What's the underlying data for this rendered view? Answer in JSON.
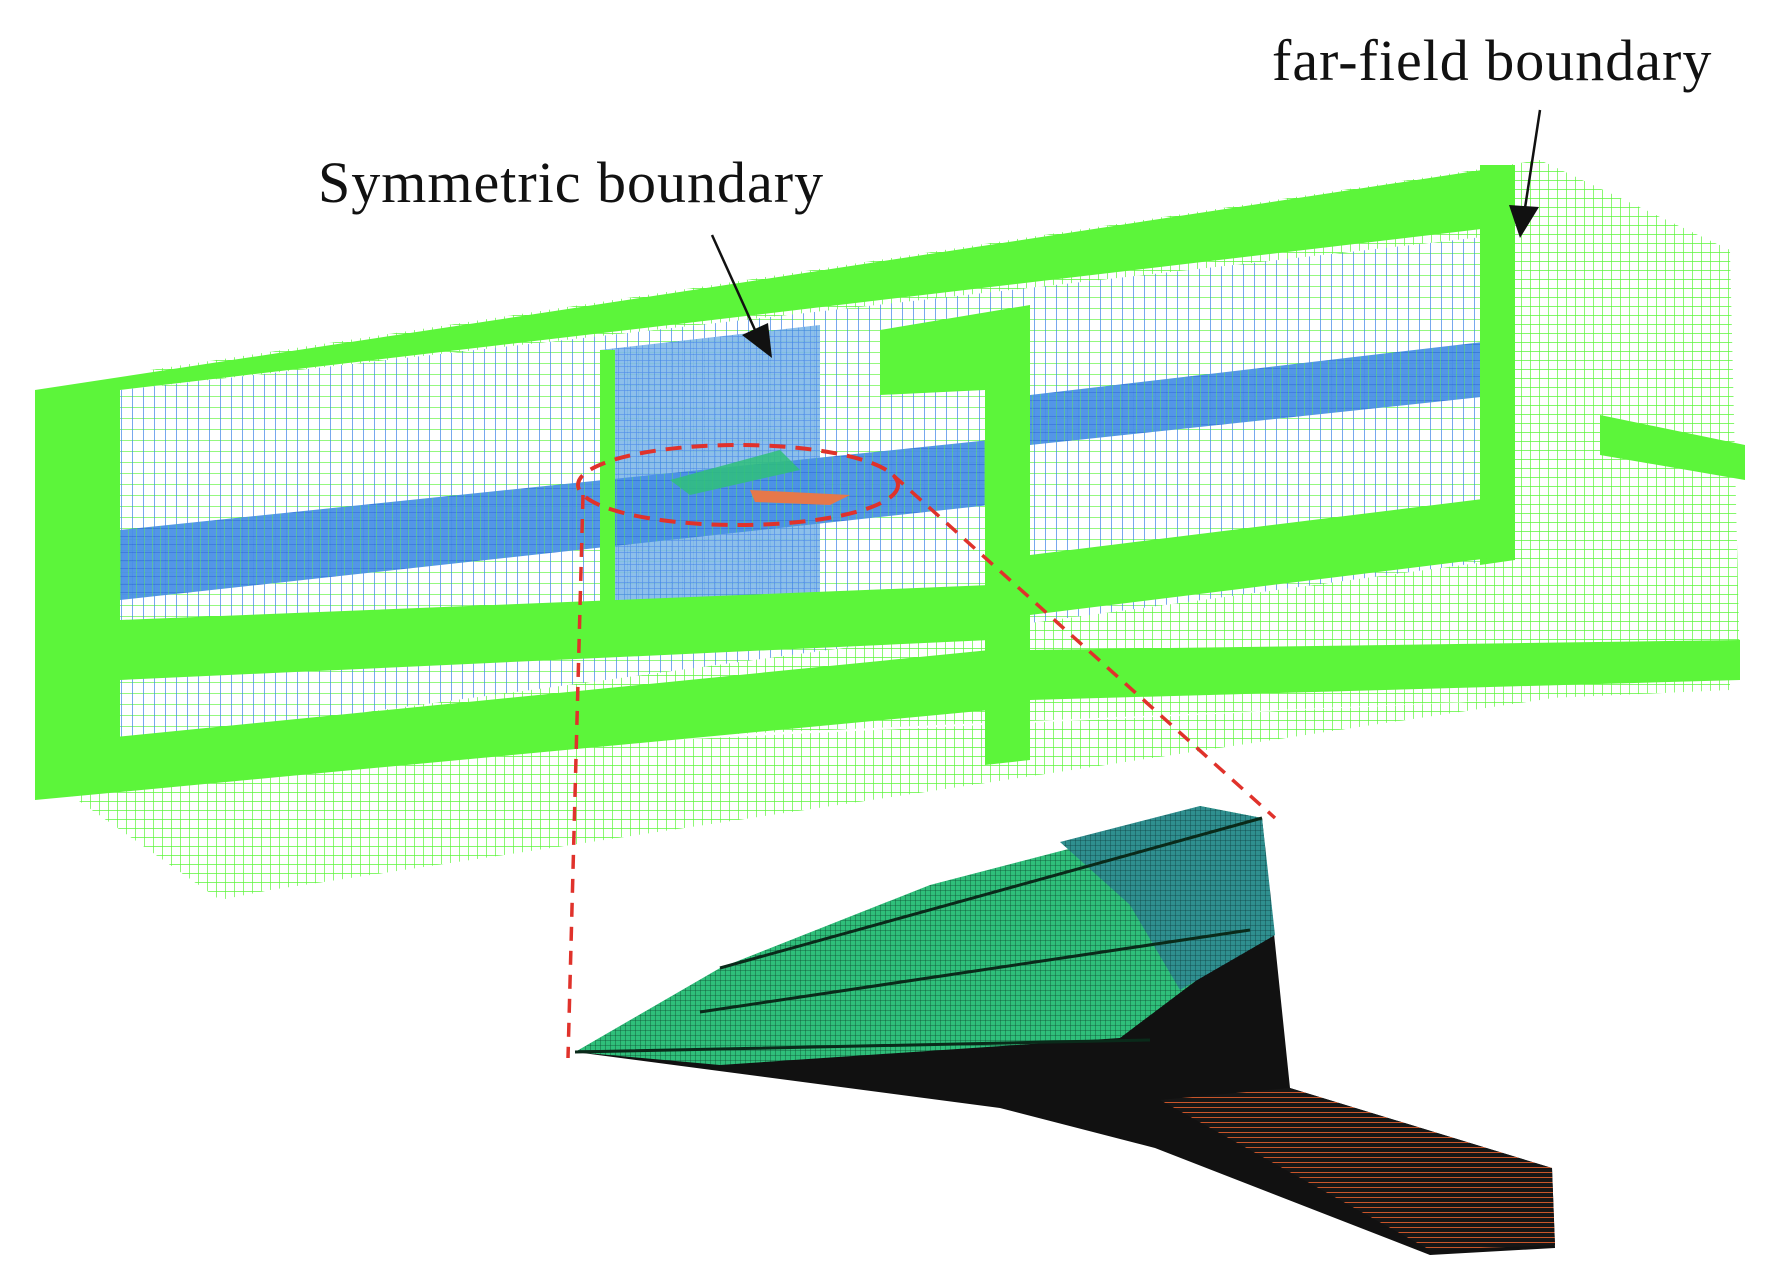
{
  "labels": {
    "far_field": "far-field boundary",
    "symmetric": "Symmetric boundary"
  },
  "colors": {
    "outer_mesh": "#5cf53a",
    "inner_mesh": "#3f83e8",
    "zoom_marker": "#e0322b",
    "surface_green": "#2fbf7a",
    "surface_teal": "#2f8f8f",
    "surface_dark": "#111111",
    "surface_orange": "#c8552a",
    "callout_arrow": "#111111"
  },
  "icons": {
    "zoom_ellipse": "dashed-ellipse",
    "zoom_lines": "dashed-connector-lines",
    "aircraft": "hypersonic-aircraft-surface-mesh"
  }
}
